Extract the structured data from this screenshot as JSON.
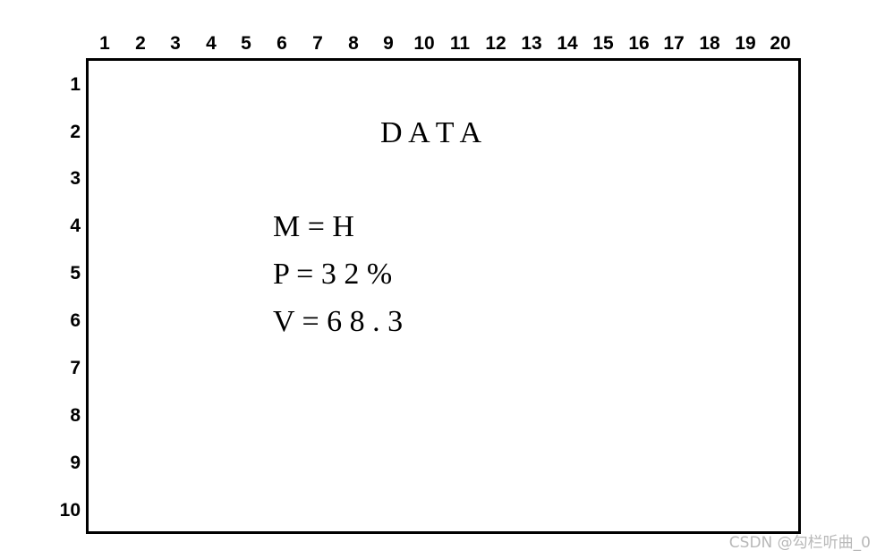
{
  "column_numbers": [
    "1",
    "2",
    "3",
    "4",
    "5",
    "6",
    "7",
    "8",
    "9",
    "10",
    "11",
    "12",
    "13",
    "14",
    "15",
    "16",
    "17",
    "18",
    "19",
    "20"
  ],
  "row_numbers": [
    "1",
    "2",
    "3",
    "4",
    "5",
    "6",
    "7",
    "8",
    "9",
    "10"
  ],
  "screen": {
    "title": "D A T A",
    "line_m": "M = H",
    "line_p": "P = 3 2 %",
    "line_v": "V = 6 8 . 3"
  },
  "watermark": "CSDN @勾栏听曲_0",
  "colors": {
    "ink": "#000000",
    "background": "#ffffff",
    "watermark": "#b8b8b8"
  }
}
